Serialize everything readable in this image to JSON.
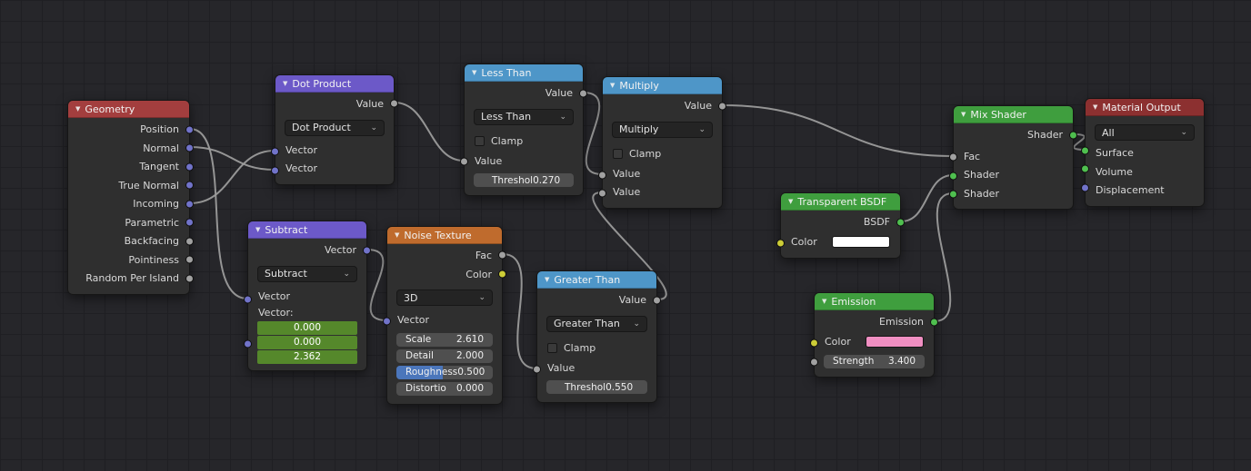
{
  "editor": {
    "background_color": "#26262a",
    "grid_color": "#1f1f23",
    "wire_color": "#9b9b9b"
  },
  "colors": {
    "header_input_red": "#a33e3e",
    "header_output_darkred": "#8c3030",
    "header_vector_purple": "#6c59c8",
    "header_converter_blue": "#4e96c8",
    "header_texture_orange": "#bf6b2d",
    "header_shader_green": "#3f9e3e",
    "socket_value": "#a1a1a1",
    "socket_vector": "#7173c9",
    "socket_color": "#cdcd37",
    "socket_shader": "#4fbf4f"
  },
  "icons": {
    "collapse": "▼",
    "dropdown_chevron": "⌄"
  },
  "nodes": {
    "geometry": {
      "title": "Geometry",
      "outputs": [
        "Position",
        "Normal",
        "Tangent",
        "True Normal",
        "Incoming",
        "Parametric",
        "Backfacing",
        "Pointiness",
        "Random Per Island"
      ]
    },
    "dot_product": {
      "title": "Dot Product",
      "output": "Value",
      "operation": "Dot Product",
      "inputs": [
        "Vector",
        "Vector"
      ]
    },
    "less_than": {
      "title": "Less Than",
      "output": "Value",
      "operation": "Less Than",
      "clamp": "Clamp",
      "input": "Value",
      "threshold_label": "Threshol",
      "threshold_value": "0.270"
    },
    "multiply": {
      "title": "Multiply",
      "output": "Value",
      "operation": "Multiply",
      "clamp": "Clamp",
      "inputs": [
        "Value",
        "Value"
      ]
    },
    "subtract": {
      "title": "Subtract",
      "output": "Vector",
      "operation": "Subtract",
      "input": "Vector",
      "vector_label": "Vector:",
      "vector_values": [
        "0.000",
        "0.000",
        "2.362"
      ]
    },
    "noise_texture": {
      "title": "Noise Texture",
      "outputs": [
        "Fac",
        "Color"
      ],
      "dimensions": "3D",
      "input": "Vector",
      "sliders": [
        {
          "label": "Scale",
          "value": "2.610"
        },
        {
          "label": "Detail",
          "value": "2.000"
        },
        {
          "label": "Roughness",
          "value": "0.500"
        },
        {
          "label": "Distortio",
          "value": "0.000"
        }
      ]
    },
    "greater_than": {
      "title": "Greater Than",
      "output": "Value",
      "operation": "Greater Than",
      "clamp": "Clamp",
      "input": "Value",
      "threshold_label": "Threshol",
      "threshold_value": "0.550"
    },
    "transparent_bsdf": {
      "title": "Transparent BSDF",
      "output": "BSDF",
      "input": "Color",
      "color_swatch": "#ffffff"
    },
    "emission": {
      "title": "Emission",
      "output": "Emission",
      "input": "Color",
      "color_swatch": "#f08fc2",
      "strength_label": "Strength",
      "strength_value": "3.400"
    },
    "mix_shader": {
      "title": "Mix Shader",
      "output": "Shader",
      "inputs": [
        "Fac",
        "Shader",
        "Shader"
      ]
    },
    "material_output": {
      "title": "Material Output",
      "target": "All",
      "inputs": [
        "Surface",
        "Volume",
        "Displacement"
      ]
    }
  }
}
